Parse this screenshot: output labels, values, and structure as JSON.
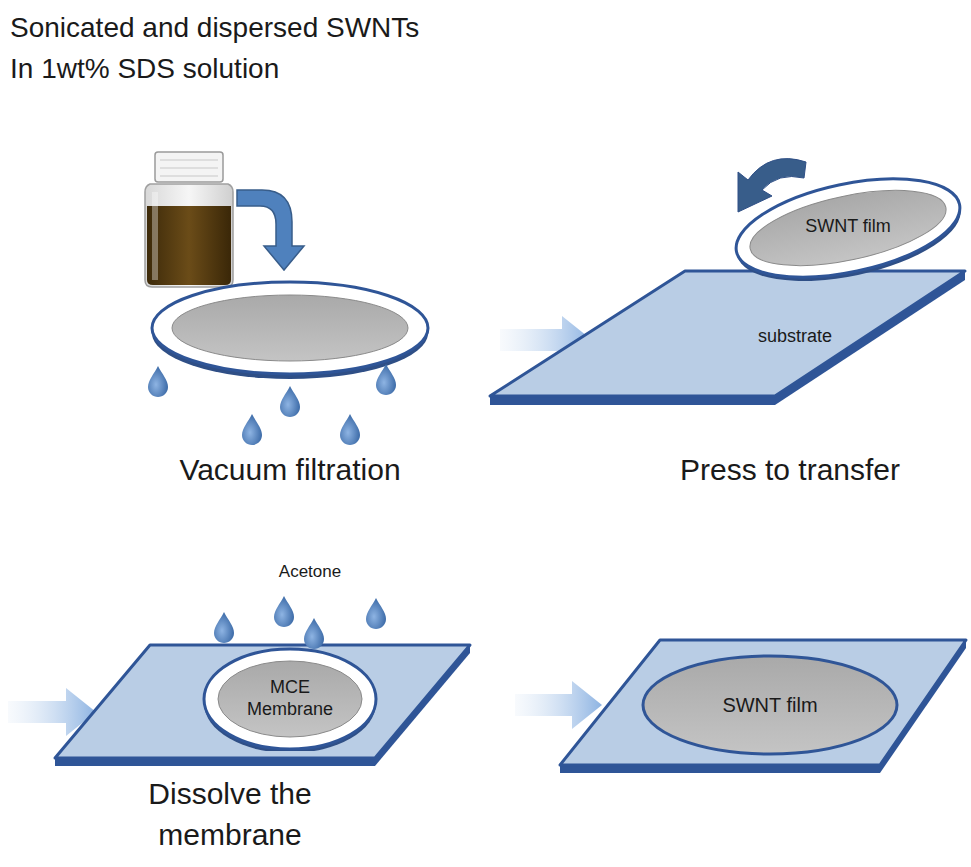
{
  "diagram": {
    "nodes": [
      {
        "text": [
          "SWNT film"
        ]
      },
      {
        "text": [
          "substrate"
        ]
      },
      {
        "text": [
          "MCE Membrane"
        ]
      },
      {
        "text": [
          "SWNT film"
        ]
      }
    ],
    "labels": [
      "Sonicated and dispersed SWNTs In 1wt% SDS solution",
      "Vacuum filtration",
      "Press to transfer",
      "Acetone",
      "Dissolve the membrane"
    ]
  }
}
